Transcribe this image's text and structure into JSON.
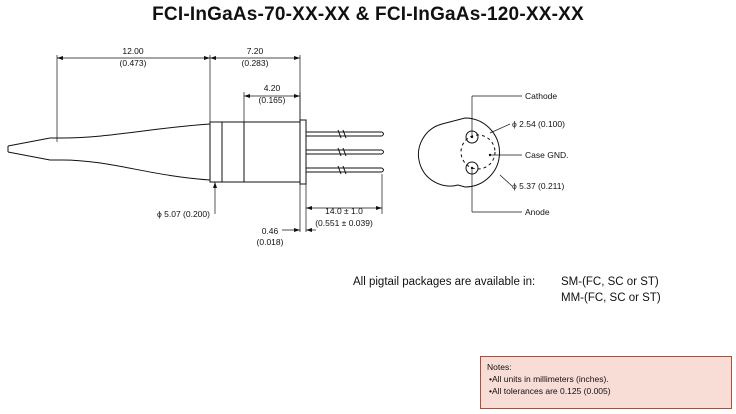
{
  "title": "FCI-InGaAs-70-XX-XX & FCI-InGaAs-120-XX-XX",
  "dimensions": {
    "overall_mm": "12.00",
    "overall_in": "(0.473)",
    "body_mm": "7.20",
    "body_in": "(0.283)",
    "cap_mm": "4.20",
    "cap_in": "(0.165)",
    "diameter": "ϕ 5.07 (0.200)",
    "flange_mm": "0.46",
    "flange_in": "(0.018)",
    "lead_mm": "14.0 ± 1.0",
    "lead_in": "(0.551 ± 0.039)"
  },
  "pinout": {
    "cathode": "Cathode",
    "pin_circle": "ϕ 2.54 (0.100)",
    "case_gnd": "Case GND.",
    "outer_dia": "ϕ 5.37 (0.211)",
    "anode": "Anode"
  },
  "availability": {
    "label": "All pigtail packages are available in:",
    "option1": "SM-(FC, SC or ST)",
    "option2": "MM-(FC, SC or ST)"
  },
  "notes": {
    "heading": "Notes:",
    "items": [
      "All units in millimeters (inches).",
      "All tolerances are 0.125 (0.005)"
    ]
  }
}
